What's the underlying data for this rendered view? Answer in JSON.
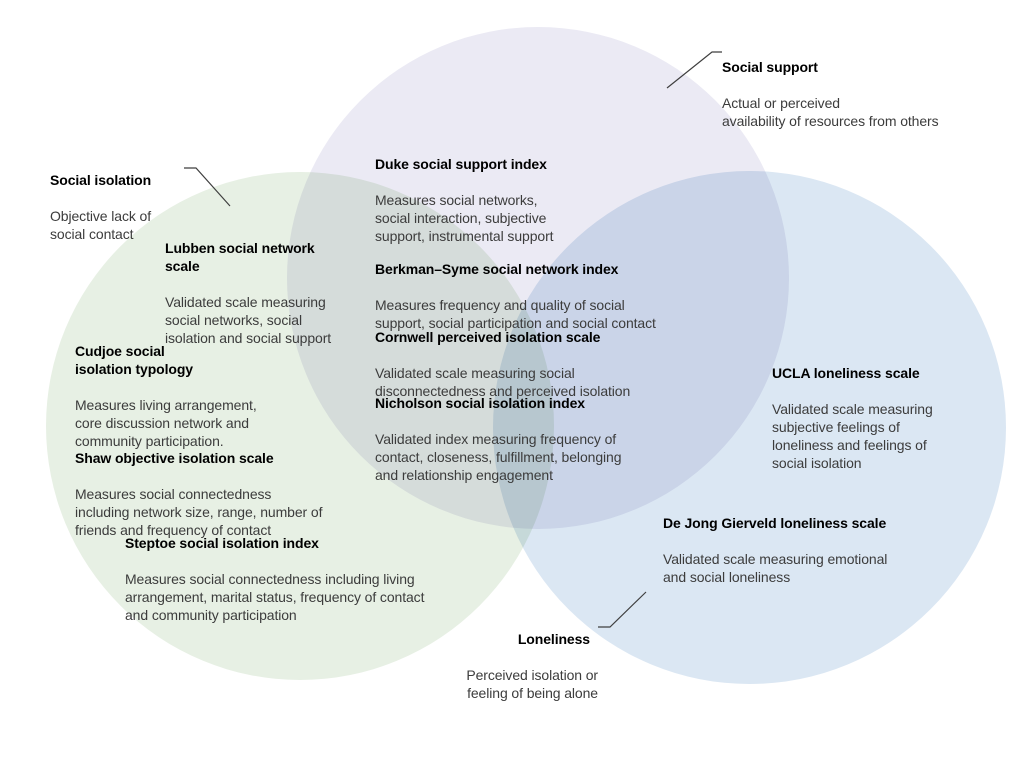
{
  "figure": {
    "background": "#ffffff",
    "line_color": "#3f3f3f",
    "circles": {
      "social_support": {
        "name": "Social support",
        "color": "#ebeaf4"
      },
      "social_isolation": {
        "name": "Social isolation",
        "color": "#e7f0e4"
      },
      "loneliness": {
        "name": "Loneliness",
        "color": "#dbe7f3"
      }
    },
    "concept_labels": {
      "social_support": {
        "title": "Social support",
        "description": "Actual or perceived\navailability of resources from others"
      },
      "social_isolation": {
        "title": "Social isolation",
        "description": "Objective lack of\nsocial contact"
      },
      "loneliness": {
        "title": "Loneliness",
        "description": "Perceived isolation or\nfeeling of being alone"
      }
    },
    "entries": [
      {
        "region": "social support",
        "title": "Duke social support index",
        "description": "Measures social networks,\nsocial interaction, subjective\nsupport, instrumental support"
      },
      {
        "region": "social isolation + social support overlap",
        "title": "Lubben social network\nscale",
        "description": "Validated scale measuring\nsocial networks, social\nisolation and social support"
      },
      {
        "region": "center overlap",
        "title": "Berkman–Syme social network index",
        "description": "Measures frequency and quality of social\nsupport, social participation and social contact"
      },
      {
        "region": "center overlap",
        "title": "Cornwell perceived isolation scale",
        "description": "Validated scale measuring social\ndisconnectedness and perceived isolation"
      },
      {
        "region": "center overlap",
        "title": "Nicholson social isolation index",
        "description": "Validated index measuring frequency of\ncontact, closeness, fulfillment, belonging\nand relationship engagement"
      },
      {
        "region": "social isolation",
        "title": "Cudjoe social\nisolation typology",
        "description": "Measures living arrangement,\ncore discussion network and\ncommunity participation."
      },
      {
        "region": "social isolation",
        "title": "Shaw objective isolation scale",
        "description": "Measures social connectedness\nincluding network size, range, number of\nfriends and frequency of contact"
      },
      {
        "region": "social isolation",
        "title": "Steptoe social isolation index",
        "description": "Measures social connectedness including living\narrangement, marital status, frequency of contact\nand community participation"
      },
      {
        "region": "loneliness",
        "title": "UCLA loneliness scale",
        "description": "Validated scale measuring\nsubjective feelings of\nloneliness and feelings of\nsocial isolation"
      },
      {
        "region": "loneliness",
        "title": "De Jong Gierveld loneliness scale",
        "description": "Validated scale measuring emotional\nand social loneliness"
      }
    ]
  }
}
